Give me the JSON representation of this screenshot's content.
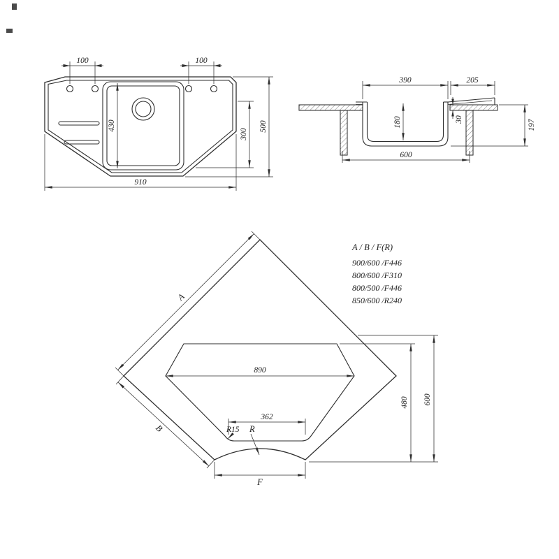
{
  "app": {
    "background": "#ffffff",
    "ink": "#2e2e2e"
  },
  "plan_view": {
    "dims": {
      "faucet_offset_left": "100",
      "faucet_offset_right": "100",
      "bowl_length": "430",
      "right_section_depth": "300",
      "overall_depth": "500",
      "overall_width": "910"
    }
  },
  "section_view": {
    "dims": {
      "bowl_width": "390",
      "drainer_length": "205",
      "bowl_depth": "180",
      "counter_thickness": "30",
      "overall_height": "197",
      "cabinet_width": "600"
    }
  },
  "corner_view": {
    "legend": {
      "header": "A / B / F(R)",
      "rows": [
        "900/600 /F446",
        "800/600 /F310",
        "800/500 /F446",
        "850/600 /R240"
      ]
    },
    "labels": {
      "edge_a": "A",
      "edge_b": "B",
      "front": "F",
      "radius": "R",
      "corner_radius": "R15"
    },
    "dims": {
      "cutout_width": "890",
      "cutout_front_width": "362",
      "cutout_depth": "480",
      "side_depth": "600"
    }
  }
}
